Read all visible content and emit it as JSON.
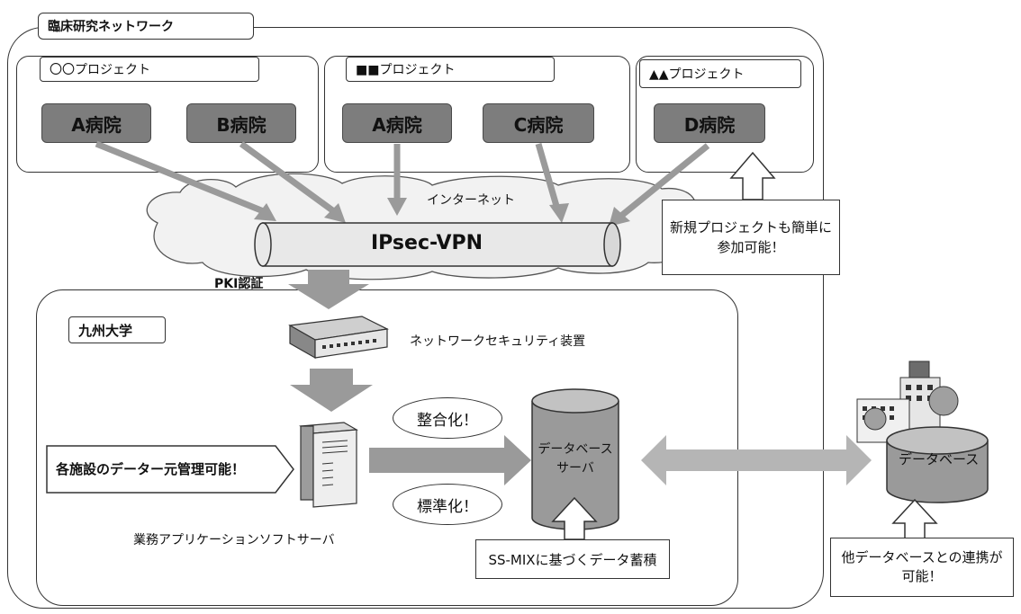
{
  "network": {
    "title": "臨床研究ネットワーク"
  },
  "projects": [
    {
      "title": "〇〇プロジェクト",
      "hospitals": [
        "A病院",
        "B病院"
      ]
    },
    {
      "title": "■■プロジェクト",
      "hospitals": [
        "A病院",
        "C病院"
      ]
    },
    {
      "title": "▲▲プロジェクト",
      "hospitals": [
        "D病院"
      ]
    }
  ],
  "internet": {
    "label": "インターネット",
    "vpn_label": "IPsec-VPN"
  },
  "new_project_note": {
    "line1": "新規プロジェクトも簡単に",
    "line2": "参加可能！"
  },
  "pki_label": "PKI認証",
  "university": {
    "title": "九州大学"
  },
  "security_device": {
    "label": "ネットワークセキュリティ装置"
  },
  "badges": {
    "integration": "整合化！",
    "standardization": "標準化！"
  },
  "db_server": {
    "line1": "データベース",
    "line2": "サーバ"
  },
  "central_management": "各施設のデーター元管理可能！",
  "app_server": {
    "label": "業務アプリケーションソフトサーバ"
  },
  "ssmix_note": "SS-MIXに基づくデータ蓄積",
  "external_db": {
    "label": "データベース"
  },
  "external_note": {
    "line1": "他データベースとの連携が",
    "line2": "可能！"
  }
}
